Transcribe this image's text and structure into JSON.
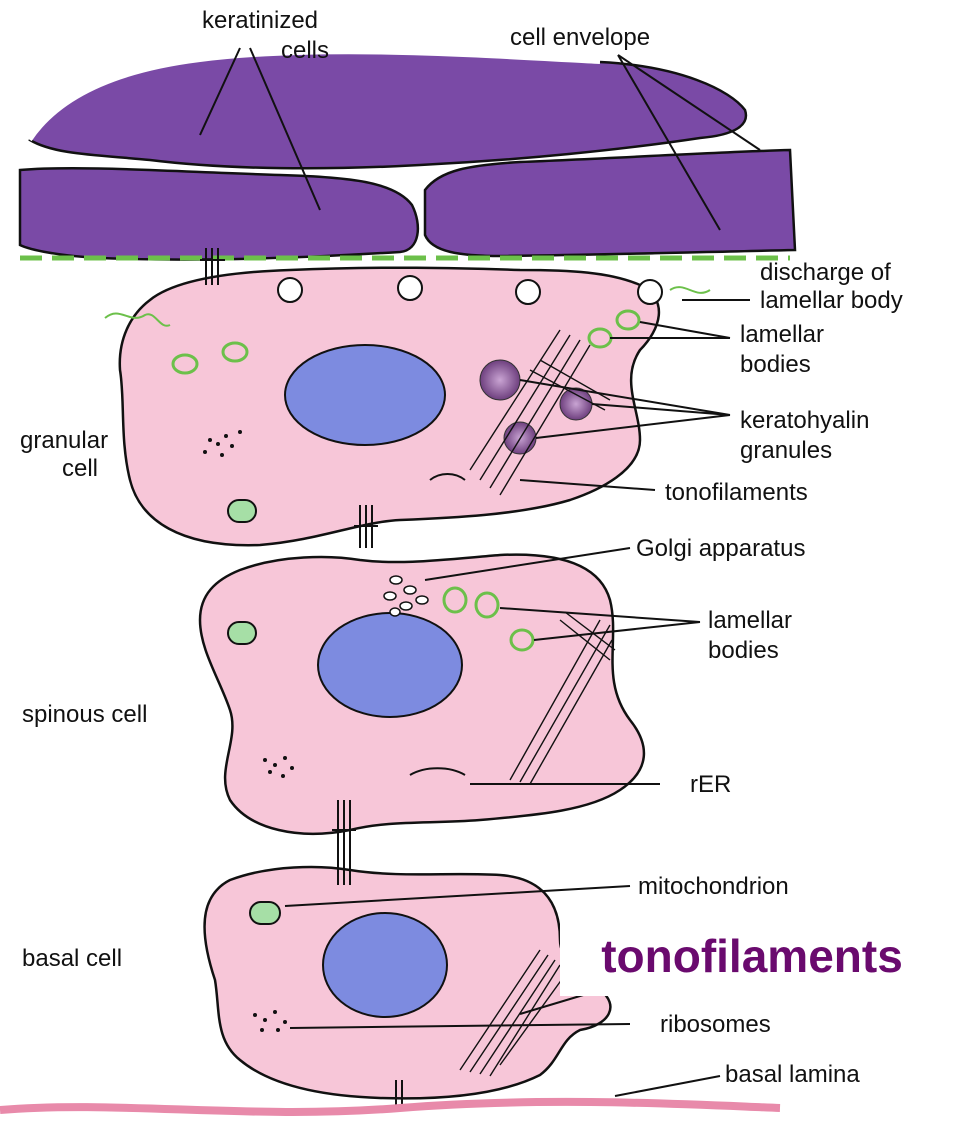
{
  "labels": {
    "keratinized_cells_line1": "keratinized",
    "keratinized_cells_line2": "cells",
    "cell_envelope": "cell envelope",
    "discharge_line1": "discharge of",
    "discharge_line2": "lamellar body",
    "lamellar_bodies_top_line1": "lamellar",
    "lamellar_bodies_top_line2": "bodies",
    "keratohyalin_line1": "keratohyalin",
    "keratohyalin_line2": "granules",
    "granular_cell_line1": "granular",
    "granular_cell_line2": "cell",
    "tonofilaments": "tonofilaments",
    "golgi": "Golgi apparatus",
    "lamellar_bodies_mid_line1": "lamellar",
    "lamellar_bodies_mid_line2": "bodies",
    "spinous_cell": "spinous cell",
    "rer": "rER",
    "mitochondrion": "mitochondrion",
    "basal_cell": "basal cell",
    "ribosomes": "ribosomes",
    "basal_lamina": "basal lamina"
  },
  "highlight": "tonofilaments",
  "colors": {
    "keratinized": "#7a4aa6",
    "cytoplasm": "#f7c6d8",
    "nucleus": "#7d8be0",
    "lamellar_body": "#6cc04a",
    "mitochondrion": "#a6dfa6",
    "keratohyalin": "#8b5a9a",
    "basal_lamina": "#e88aaa",
    "highlight_text": "#6a0a6e"
  }
}
